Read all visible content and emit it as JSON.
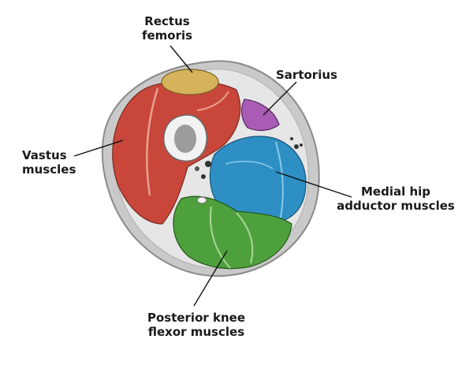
{
  "labels": {
    "rectus_femoris": {
      "line1": "Rectus",
      "line2": "femoris"
    },
    "sartorius": {
      "line1": "Sartorius"
    },
    "vastus": {
      "line1": "Vastus",
      "line2": "muscles"
    },
    "medial_adductor": {
      "line1": "Medial hip",
      "line2": "adductor muscles"
    },
    "posterior_flexor": {
      "line1": "Posterior knee",
      "line2": "flexor muscles"
    }
  },
  "colors": {
    "rectus_femoris": "#d4b35a",
    "sartorius": "#a85cb4",
    "vastus": "#c8473a",
    "adductor": "#2d8fc4",
    "flexor": "#4ea03c",
    "skin": "#c9c9c9",
    "fat": "#e6e6e6",
    "bone": "#f2f2f2",
    "marrow": "#9c9c9c"
  }
}
